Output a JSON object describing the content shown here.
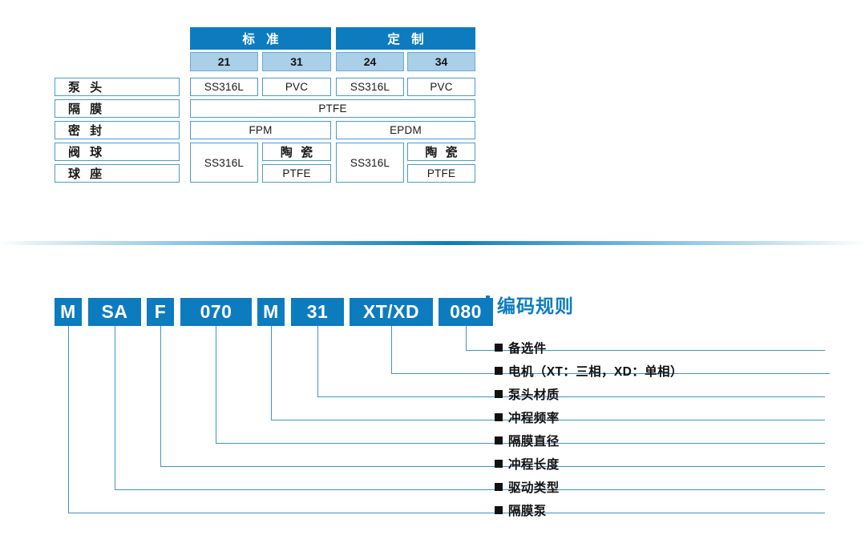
{
  "spec_table": {
    "group_headers": [
      {
        "label": "标 准",
        "span_cols": [
          0,
          1
        ]
      },
      {
        "label": "定 制",
        "span_cols": [
          2,
          3
        ]
      }
    ],
    "code_headers": [
      "21",
      "31",
      "24",
      "34"
    ],
    "row_labels": [
      "泵 头",
      "隔 膜",
      "密 封",
      "阀 球",
      "球 座"
    ],
    "rows": [
      {
        "label": "泵 头",
        "cells": [
          "SS316L",
          "PVC",
          "SS316L",
          "PVC"
        ]
      },
      {
        "label": "隔 膜",
        "cells": [
          "PTFE"
        ]
      },
      {
        "label": "密 封",
        "cells": [
          "FPM",
          "EPDM"
        ]
      },
      {
        "label": "阀 球",
        "cells": [
          "SS316L",
          "陶 瓷",
          "SS316L",
          "陶 瓷"
        ]
      },
      {
        "label": "球 座",
        "cells": [
          "SS316L",
          "PTFE",
          "SS316L",
          "PTFE"
        ]
      }
    ]
  },
  "coding": {
    "title": "编码规则",
    "segments": [
      {
        "code": "M",
        "meaning": "隔膜泵"
      },
      {
        "code": "SA",
        "meaning": "驱动类型"
      },
      {
        "code": "F",
        "meaning": "冲程长度"
      },
      {
        "code": "070",
        "meaning": "隔膜直径"
      },
      {
        "code": "M",
        "meaning": "冲程频率"
      },
      {
        "code": "31",
        "meaning": "泵头材质"
      },
      {
        "code": "XT/XD",
        "meaning": "电机（XT：三相，XD：单相）"
      },
      {
        "code": "080",
        "meaning": "备选件"
      }
    ],
    "legend": [
      "备选件",
      "电机（XT：三相，XD：单相）",
      "泵头材质",
      "冲程频率",
      "隔膜直径",
      "冲程长度",
      "驱动类型",
      "隔膜泵"
    ]
  },
  "colors": {
    "brand_blue": "#0d7cbf",
    "light_blue": "#aacfe8",
    "border_blue": "#4a9ad4",
    "line_blue": "#3f93cf"
  }
}
